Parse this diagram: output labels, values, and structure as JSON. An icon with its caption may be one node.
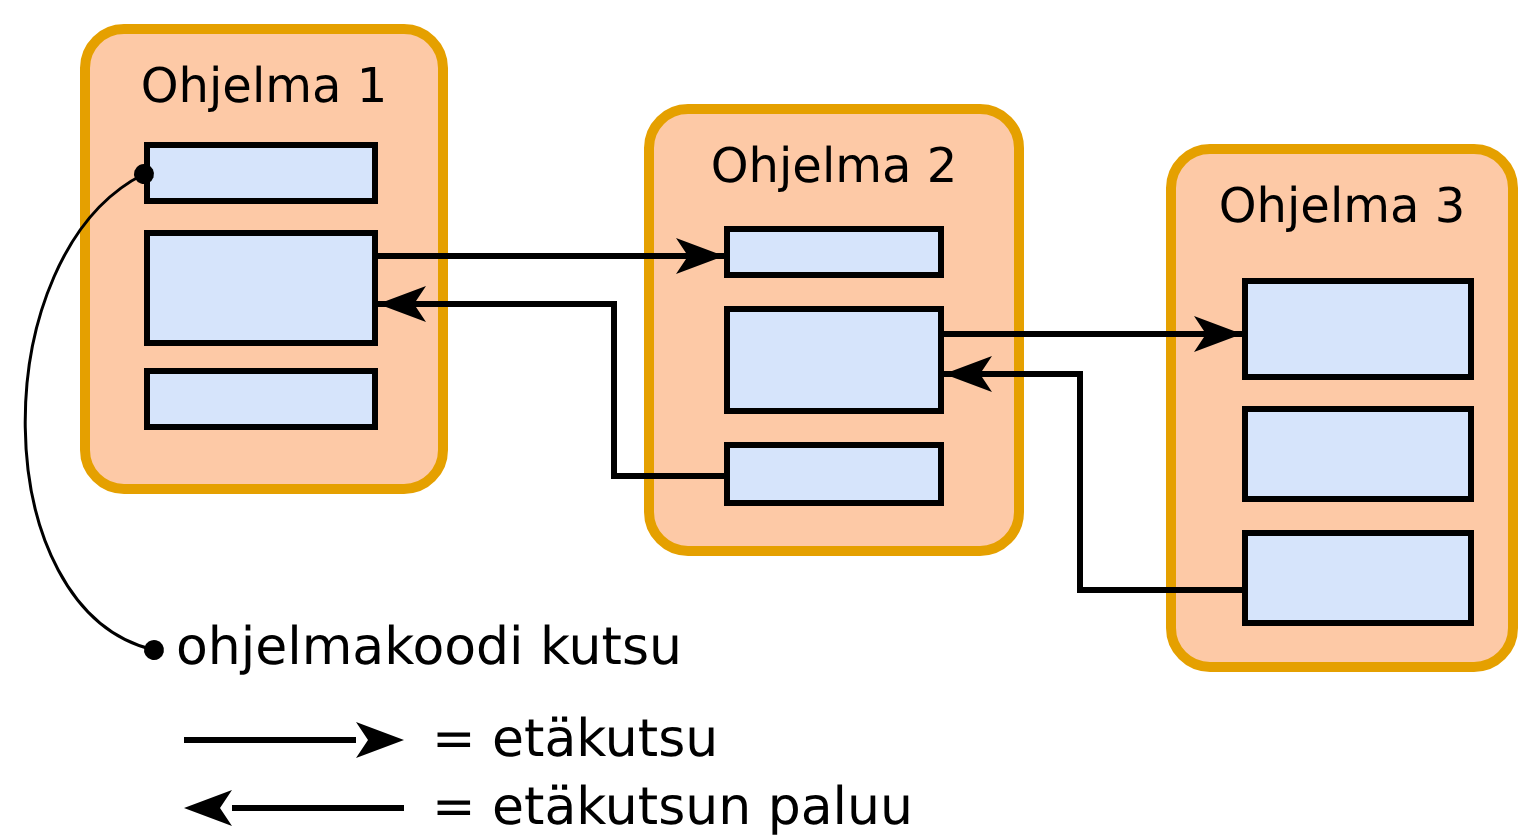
{
  "diagram": {
    "nodes": [
      {
        "text": [
          "Ohjelma 1"
        ]
      },
      {
        "text": [],
        "shape": "box",
        "in": 0
      },
      {
        "text": [],
        "shape": "box",
        "in": 0
      },
      {
        "text": [],
        "shape": "box",
        "in": 0
      },
      {
        "text": [
          "Ohjelma 2"
        ]
      },
      {
        "text": [],
        "shape": "box",
        "in": 4
      },
      {
        "text": [],
        "shape": "box",
        "in": 4
      },
      {
        "text": [],
        "shape": "box",
        "in": 4
      },
      {
        "text": [
          "Ohjelma 3"
        ]
      },
      {
        "text": [],
        "shape": "box",
        "in": 8
      },
      {
        "text": [],
        "shape": "box",
        "in": 8
      },
      {
        "text": [],
        "shape": "box",
        "in": 8
      },
      {
        "text": [
          "ohjelmakoodi kutsu"
        ]
      }
    ],
    "edges": [
      {
        "from": 2,
        "to": 5,
        "arrow": "to"
      },
      {
        "from": 7,
        "to": 2,
        "arrow": "to"
      },
      {
        "from": 6,
        "to": 9,
        "arrow": "to"
      },
      {
        "from": 11,
        "to": 6,
        "arrow": "to"
      },
      {
        "from": 12,
        "to": 1,
        "arrow": "other"
      }
    ],
    "legend": [
      {
        "text": "= etäkutsu"
      },
      {
        "text": "= etäkutsun paluu"
      }
    ]
  }
}
